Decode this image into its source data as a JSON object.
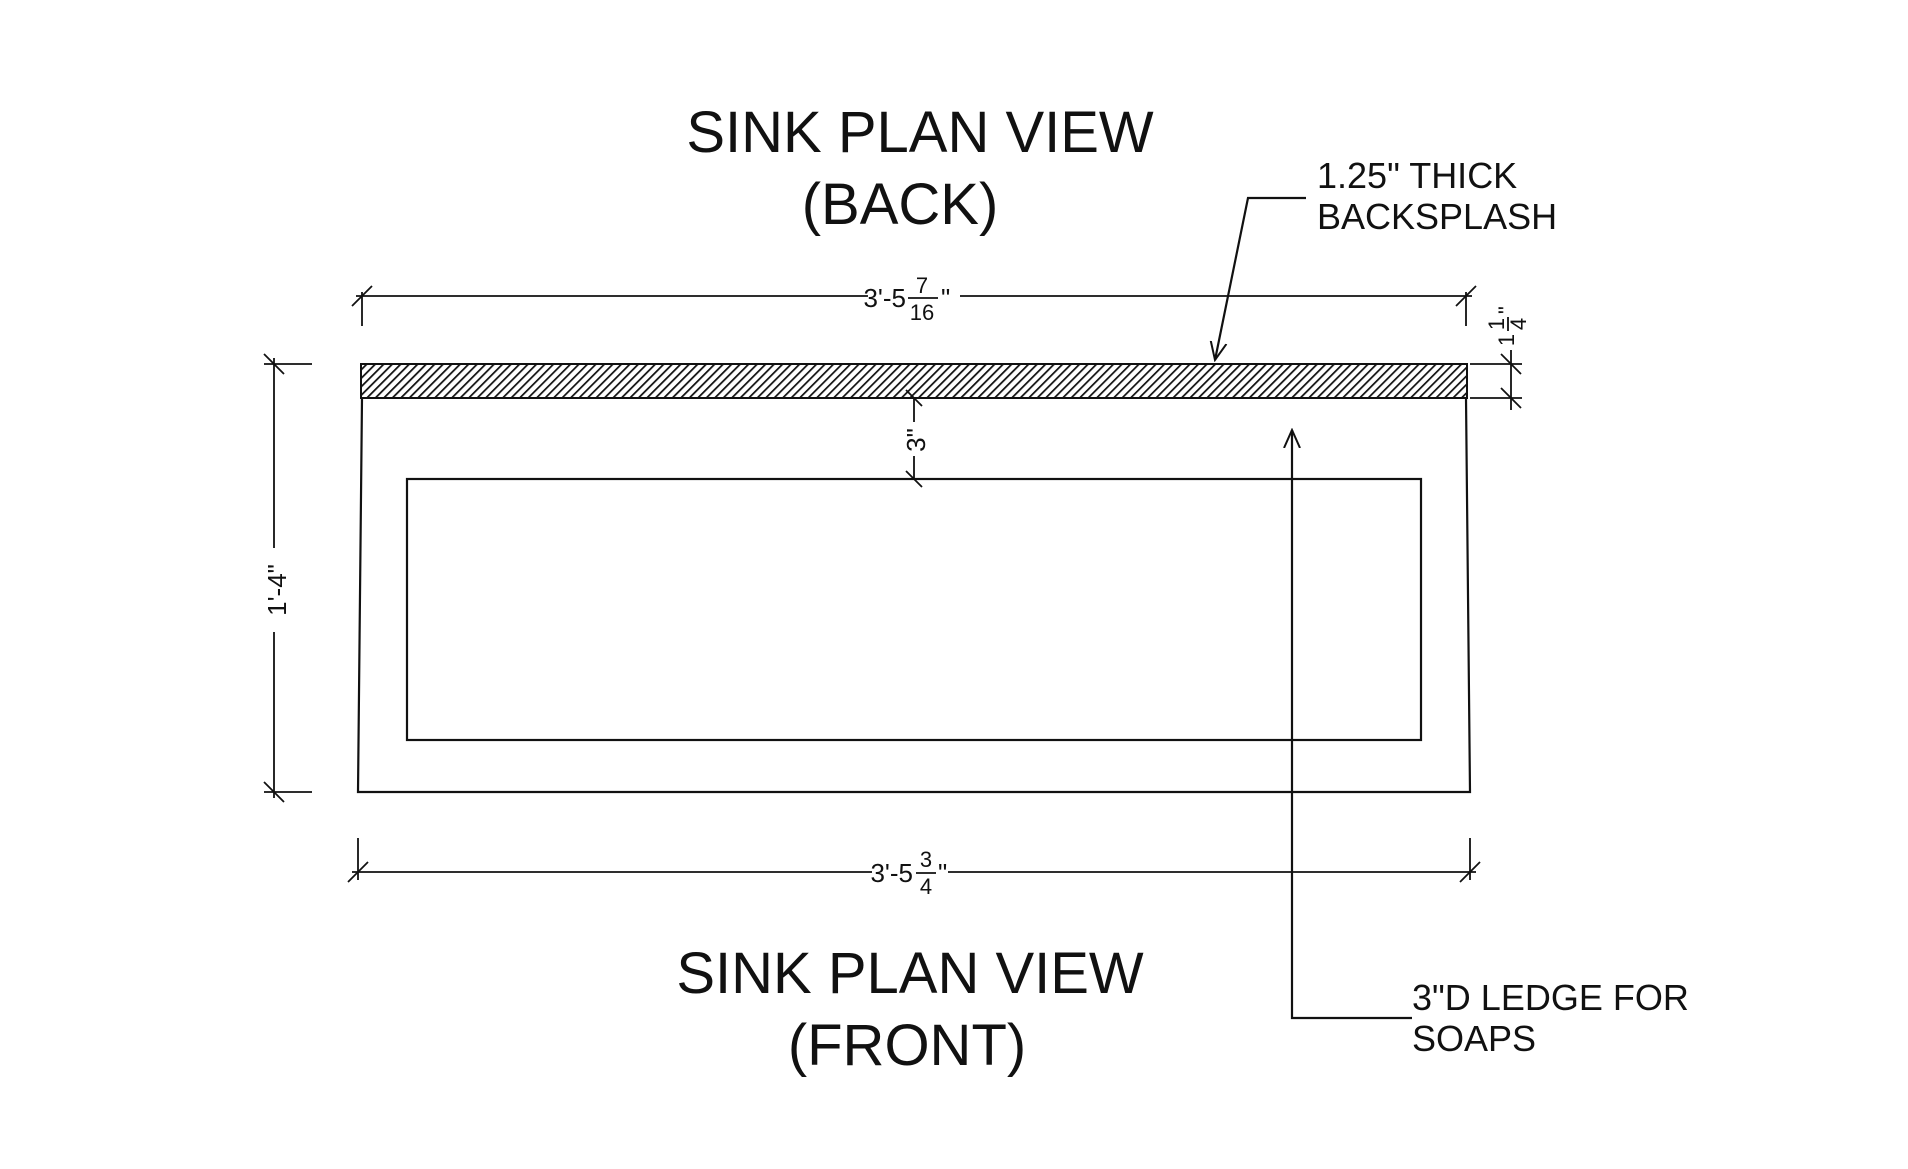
{
  "titles": {
    "back_line1": "SINK PLAN VIEW",
    "back_line2": "(BACK)",
    "front_line1": "SINK PLAN VIEW",
    "front_line2": "(FRONT)"
  },
  "notes": {
    "backsplash_line1": "1.25\" THICK",
    "backsplash_line2": "BACKSPLASH",
    "ledge_line1": "3\"D LEDGE FOR",
    "ledge_line2": "SOAPS"
  },
  "dimensions": {
    "top_width": {
      "whole": "3'-5",
      "num": "7",
      "den": "16",
      "suffix": "\""
    },
    "bottom_width": {
      "whole": "3'-5",
      "num": "3",
      "den": "4",
      "suffix": "\""
    },
    "depth": "1'-4\"",
    "ledge_depth": "3\"",
    "backsplash_thickness": {
      "whole": "1",
      "num": "1",
      "den": "4",
      "suffix": "\""
    }
  },
  "colors": {
    "line": "#111111",
    "background": "#ffffff"
  }
}
